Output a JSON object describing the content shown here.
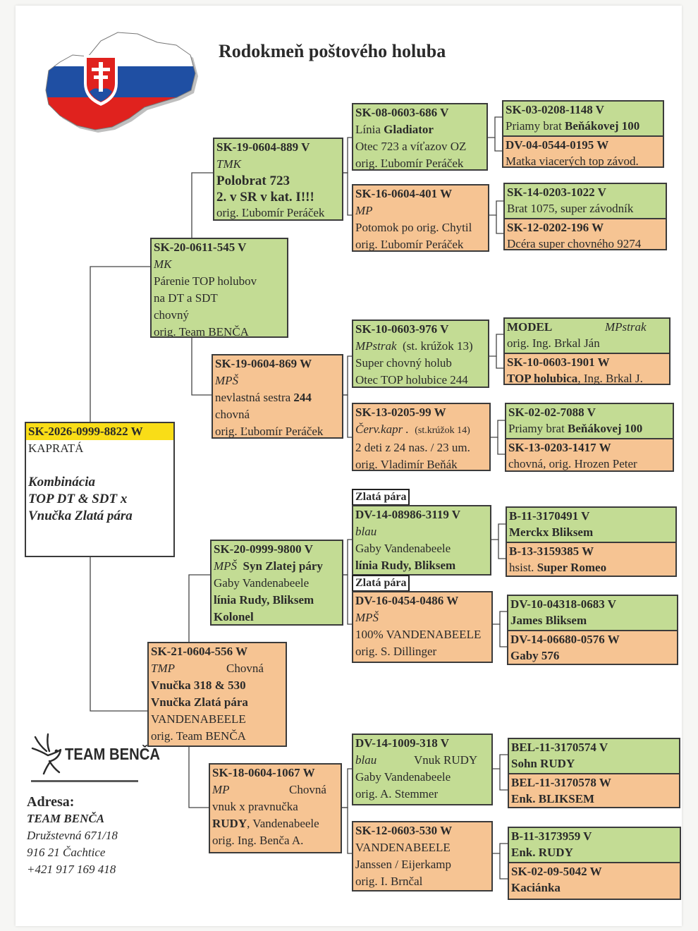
{
  "title": "Rodokmeň poštového holuba",
  "subject": {
    "ring": "SK-2026-0999-8822 W",
    "name": "KAPRATÁ",
    "desc1": "Kombinácia",
    "desc2": "TOP DT & SDT  x",
    "desc3": "Vnučka Zlatá pára"
  },
  "sire": {
    "ring": "SK-20-0611-545 V",
    "color": "MK",
    "l1": "Párenie TOP holubov",
    "l2": "na DT a SDT",
    "l3": "chovný",
    "l4": "orig. Team BENČA"
  },
  "dam": {
    "ring": "SK-21-0604-556 W",
    "color": "TMP",
    "note": "Chovná",
    "l1": "Vnučka 318 & 530",
    "l2": "Vnučka Zlatá pára",
    "l3": "VANDENABEELE",
    "l4": "orig. Team BENČA"
  },
  "ss": {
    "ring": "SK-19-0604-889 V",
    "color": "TMK",
    "l1": "Polobrat 723",
    "l2": "2. v SR v kat. I!!!",
    "l3": "orig. Ľubomír Peráček"
  },
  "sd": {
    "ring": "SK-19-0604-869 W",
    "color": "MPŠ",
    "l1a": "nevlastná sestra ",
    "l1b": "244",
    "l2": "chovná",
    "l3": "orig. Ľubomír Peráček"
  },
  "ds": {
    "ring": "SK-20-0999-9800 V",
    "color": "MPŠ",
    "note": "Syn Zlatej páry",
    "l1": "Gaby Vandenabeele",
    "l2": "línia Rudy, Bliksem",
    "l3": "Kolonel"
  },
  "dd": {
    "ring": "SK-18-0604-1067 W",
    "color": "MP",
    "note": "Chovná",
    "l1": "vnuk x pravnučka",
    "l2a": "RUDY",
    "l2b": ", Vandenabeele",
    "l3": "orig. Ing. Benča A."
  },
  "sss": {
    "ring": "SK-08-0603-686 V",
    "l1a": "Línia ",
    "l1b": "Gladiator",
    "l2": "Otec 723 a víťazov OZ",
    "l3": "orig. Ľubomír Peráček"
  },
  "ssd": {
    "ring": "SK-16-0604-401 W",
    "color": "MP",
    "l1": "Potomok po orig. Chytil",
    "l2": "orig. Ľubomír Peráček"
  },
  "sds": {
    "ring": "SK-10-0603-976 V",
    "color": "MPstrak",
    "note": "(st. krúžok 13)",
    "l1": "Super chovný holub",
    "l2": "Otec TOP holubice 244"
  },
  "sdd": {
    "ring": "SK-13-0205-99 W",
    "color": "Červ.kapr .",
    "note": "(st.krúžok 14)",
    "l1": "2 deti z 24 nas. / 23 um.",
    "l2": "orig. Vladimír Beňák"
  },
  "dss": {
    "tag": "Zlatá pára",
    "ring": "DV-14-08986-3119 V",
    "color": "blau",
    "l1": "Gaby Vandenabeele",
    "l2": "línia Rudy, Bliksem"
  },
  "dsd": {
    "tag": "Zlatá pára",
    "ring": "DV-16-0454-0486 W",
    "color": "MPŠ",
    "l1": "100% VANDENABEELE",
    "l2": "orig. S. Dillinger"
  },
  "dds": {
    "ring": "DV-14-1009-318 V",
    "color": "blau",
    "note": "Vnuk RUDY",
    "l1": "Gaby Vandenabeele",
    "l2": "orig. A. Stemmer"
  },
  "ddd": {
    "ring": "SK-12-0603-530 W",
    "l1": "VANDENABEELE",
    "l2": "Janssen / Eijerkamp",
    "l3": "orig. I. Brnčal"
  },
  "g4": [
    {
      "ring": "SK-03-0208-1148 V",
      "textA": "Priamy brat ",
      "textB": "Beňákovej 100"
    },
    {
      "ring": "DV-04-0544-0195 W",
      "textA": "Matka viacerých top závod.",
      "textB": ""
    },
    {
      "ring": "SK-14-0203-1022 V",
      "textA": "Brat 1075, super závodník",
      "textB": ""
    },
    {
      "ring": "SK-12-0202-196 W",
      "textA": "Dcéra super chovného 9274",
      "textB": ""
    },
    {
      "ring": "MODEL",
      "ring_note": "MPstrak",
      "textA": "orig. Ing. Brkal Ján",
      "textB": ""
    },
    {
      "ring": "SK-10-0603-1901 W",
      "textA": "TOP holubica",
      "textB": ", Ing. Brkal J."
    },
    {
      "ring": "SK-02-02-7088 V",
      "textA": "Priamy brat ",
      "textB": "Beňákovej 100"
    },
    {
      "ring": "SK-13-0203-1417 W",
      "textA": "chovná, orig. Hrozen Peter",
      "textB": ""
    },
    {
      "ring": "B-11-3170491 V",
      "textA": "Merckx Bliksem",
      "textB": ""
    },
    {
      "ring": "B-13-3159385 W",
      "textA": "hsist. ",
      "textB": "Super Romeo"
    },
    {
      "ring": "DV-10-04318-0683 V",
      "textA": "James Bliksem",
      "textB": ""
    },
    {
      "ring": "DV-14-06680-0576 W",
      "textA": "Gaby 576",
      "textB": ""
    },
    {
      "ring": "BEL-11-3170574 V",
      "textA": "Sohn RUDY",
      "textB": ""
    },
    {
      "ring": "BEL-11-3170578 W",
      "textA": "Enk. BLIKSEM",
      "textB": ""
    },
    {
      "ring": "B-11-3173959 V",
      "textA": "Enk. RUDY",
      "textB": ""
    },
    {
      "ring": "SK-02-09-5042 W",
      "textA": "Kaciánka",
      "textB": ""
    }
  ],
  "logo": {
    "text": "TEAM BENČA"
  },
  "address": {
    "heading": "Adresa:",
    "team": "TEAM BENČA",
    "street": "Družstevná 671/18",
    "city": "916 21 Čachtice",
    "phone": "+421 917 169 418"
  },
  "colors": {
    "male_box": "#c3dc94",
    "female_box": "#f6c493",
    "subject_highlight": "#f9dd17",
    "flag_white": "#ffffff",
    "flag_blue": "#1f4fa3",
    "flag_red": "#e0221e"
  }
}
